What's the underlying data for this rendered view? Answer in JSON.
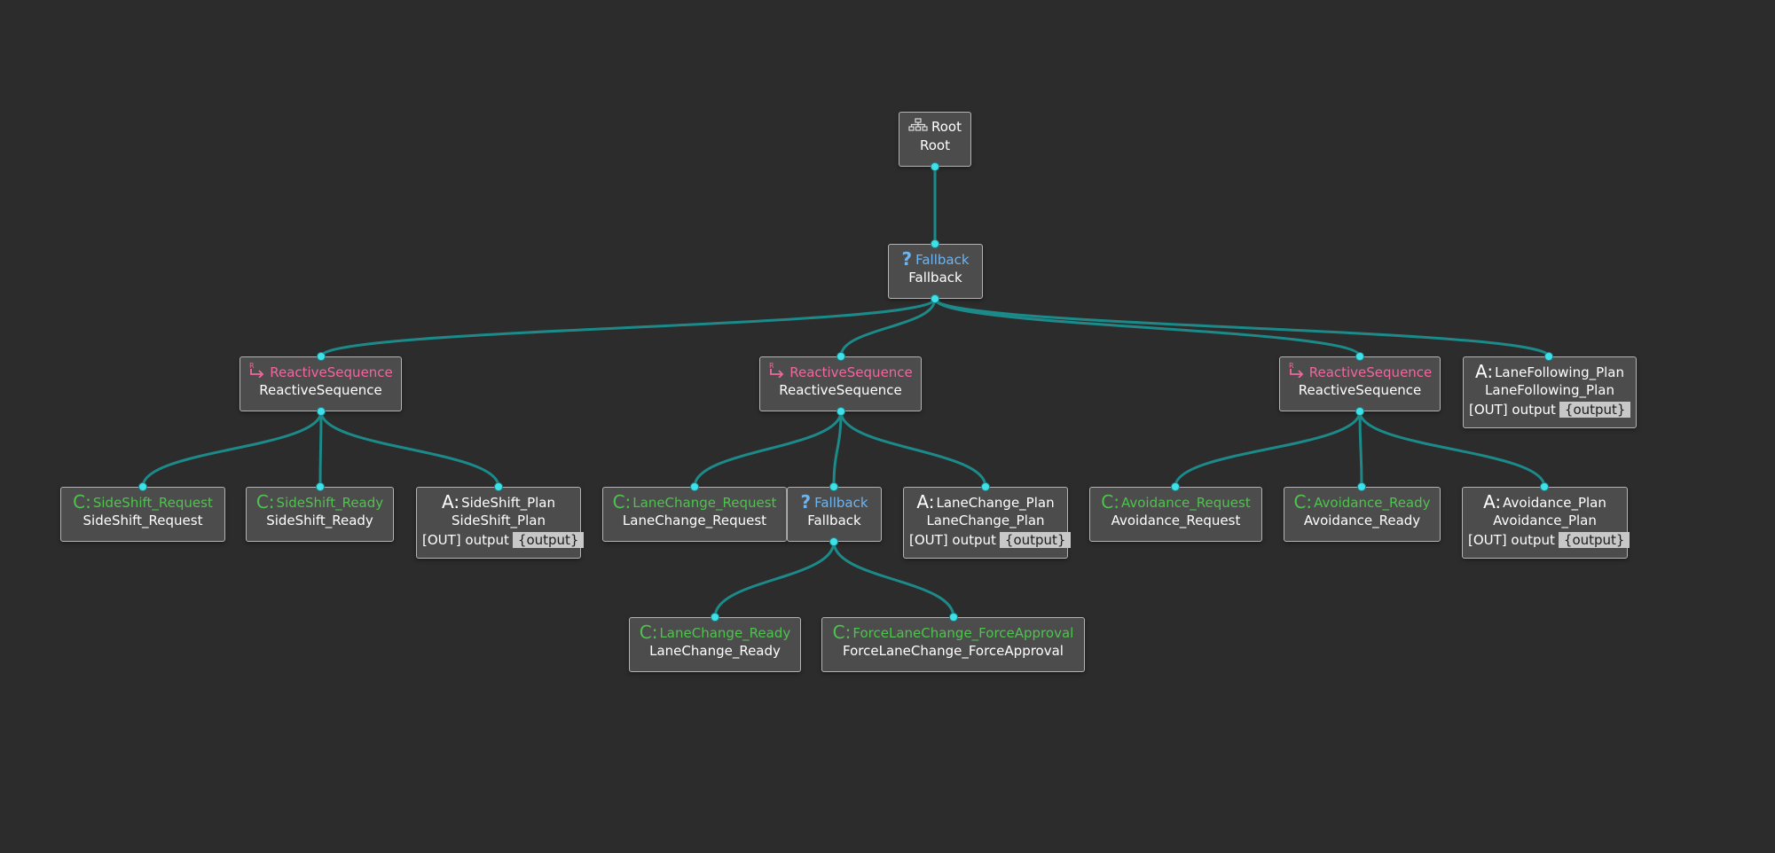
{
  "colors": {
    "background": "#2c2c2c",
    "edge": "#1d8a8a",
    "port": "#40e0e8",
    "condition": "#4ec34e",
    "sequence": "#f0679e",
    "fallback": "#6eb4f0"
  },
  "nodes": {
    "root": {
      "kind": "root",
      "icon": "tree-icon",
      "type_label": "Root",
      "name": "Root"
    },
    "fallback": {
      "kind": "fallback",
      "icon": "question-icon",
      "type_label": "Fallback",
      "name": "Fallback"
    },
    "seq_ss": {
      "kind": "sequence",
      "icon": "reactive-arrow-icon",
      "type_label": "ReactiveSequence",
      "name": "ReactiveSequence"
    },
    "seq_lc": {
      "kind": "sequence",
      "icon": "reactive-arrow-icon",
      "type_label": "ReactiveSequence",
      "name": "ReactiveSequence"
    },
    "seq_av": {
      "kind": "sequence",
      "icon": "reactive-arrow-icon",
      "type_label": "ReactiveSequence",
      "name": "ReactiveSequence"
    },
    "lf_plan": {
      "kind": "action",
      "icon": "A:",
      "type_label": "LaneFollowing_Plan",
      "name": "LaneFollowing_Plan",
      "port_label": "[OUT] output",
      "port_value": "{output}"
    },
    "ss_req": {
      "kind": "condition",
      "icon": "C:",
      "type_label": "SideShift_Request",
      "name": "SideShift_Request"
    },
    "ss_ready": {
      "kind": "condition",
      "icon": "C:",
      "type_label": "SideShift_Ready",
      "name": "SideShift_Ready"
    },
    "ss_plan": {
      "kind": "action",
      "icon": "A:",
      "type_label": "SideShift_Plan",
      "name": "SideShift_Plan",
      "port_label": "[OUT] output",
      "port_value": "{output}"
    },
    "lc_req": {
      "kind": "condition",
      "icon": "C:",
      "type_label": "LaneChange_Request",
      "name": "LaneChange_Request"
    },
    "lc_fb": {
      "kind": "fallback",
      "icon": "question-icon",
      "type_label": "Fallback",
      "name": "Fallback"
    },
    "lc_plan": {
      "kind": "action",
      "icon": "A:",
      "type_label": "LaneChange_Plan",
      "name": "LaneChange_Plan",
      "port_label": "[OUT] output",
      "port_value": "{output}"
    },
    "av_req": {
      "kind": "condition",
      "icon": "C:",
      "type_label": "Avoidance_Request",
      "name": "Avoidance_Request"
    },
    "av_ready": {
      "kind": "condition",
      "icon": "C:",
      "type_label": "Avoidance_Ready",
      "name": "Avoidance_Ready"
    },
    "av_plan": {
      "kind": "action",
      "icon": "A:",
      "type_label": "Avoidance_Plan",
      "name": "Avoidance_Plan",
      "port_label": "[OUT] output",
      "port_value": "{output}"
    },
    "lc_ready": {
      "kind": "condition",
      "icon": "C:",
      "type_label": "LaneChange_Ready",
      "name": "LaneChange_Ready"
    },
    "force_lc": {
      "kind": "condition",
      "icon": "C:",
      "type_label": "ForceLaneChange_ForceApproval",
      "name": "ForceLaneChange_ForceApproval"
    }
  },
  "edges": [
    [
      "root",
      "fallback"
    ],
    [
      "fallback",
      "seq_ss"
    ],
    [
      "fallback",
      "seq_lc"
    ],
    [
      "fallback",
      "seq_av"
    ],
    [
      "fallback",
      "lf_plan"
    ],
    [
      "seq_ss",
      "ss_req"
    ],
    [
      "seq_ss",
      "ss_ready"
    ],
    [
      "seq_ss",
      "ss_plan"
    ],
    [
      "seq_lc",
      "lc_req"
    ],
    [
      "seq_lc",
      "lc_fb"
    ],
    [
      "seq_lc",
      "lc_plan"
    ],
    [
      "seq_av",
      "av_req"
    ],
    [
      "seq_av",
      "av_ready"
    ],
    [
      "seq_av",
      "av_plan"
    ],
    [
      "lc_fb",
      "lc_ready"
    ],
    [
      "lc_fb",
      "force_lc"
    ]
  ]
}
